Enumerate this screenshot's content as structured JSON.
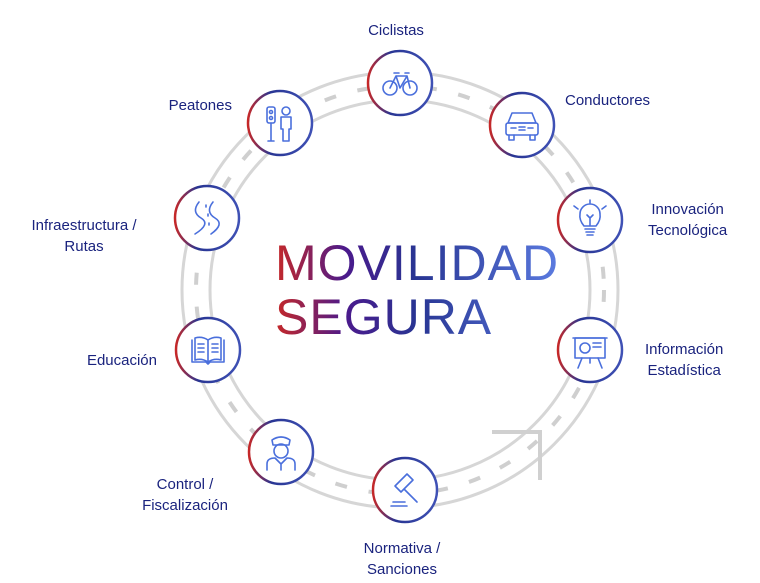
{
  "title": {
    "line1": "MOVILIDAD",
    "line2": "SEGURA"
  },
  "colors": {
    "red": "#c62828",
    "blue": "#3f51b5",
    "text": "#1a237e",
    "road": "#d0d0d0"
  },
  "nodes": [
    {
      "label": "Ciclistas",
      "icon": "bicycle-icon"
    },
    {
      "label": "Conductores",
      "icon": "car-icon"
    },
    {
      "label": "Innovación\nTecnológica",
      "l1": "Innovación",
      "l2": "Tecnológica",
      "icon": "lightbulb-icon"
    },
    {
      "l1": "Información",
      "l2": "Estadística",
      "icon": "presentation-board-icon"
    },
    {
      "l1": "Normativa /",
      "l2": "Sanciones",
      "icon": "gavel-icon"
    },
    {
      "l1": "Control /",
      "l2": "Fiscalización",
      "icon": "police-officer-icon"
    },
    {
      "label": "Educación",
      "icon": "book-icon"
    },
    {
      "l1": "Infraestructura /",
      "l2": "Rutas",
      "icon": "road-icon"
    },
    {
      "label": "Peatones",
      "icon": "traffic-light-pedestrian-icon"
    }
  ]
}
